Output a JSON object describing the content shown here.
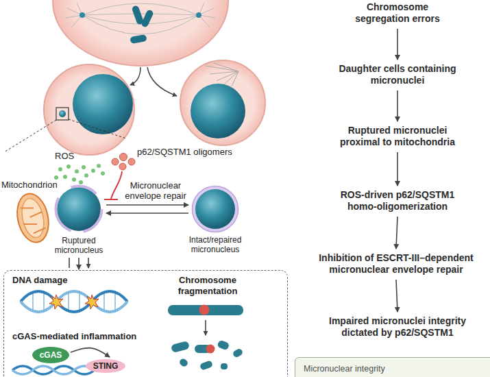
{
  "diagram": {
    "nodes": [
      {
        "text": [
          "Ruptured micronucleus"
        ]
      },
      {
        "text": [
          "Intact/repaired micronucleus"
        ]
      },
      {
        "text": [
          "DNA damage",
          "Chromosome fragmentation",
          "cGAS-mediated inflammation"
        ]
      },
      {
        "text": [
          "cGAS"
        ],
        "in": 2
      },
      {
        "text": [
          "STING"
        ],
        "in": 2
      },
      {
        "text": [
          "Chromosome segregation errors"
        ]
      },
      {
        "text": [
          "Daughter cells containing micronuclei"
        ]
      },
      {
        "text": [
          "Ruptured micronuclei proximal to mitochondria"
        ]
      },
      {
        "text": [
          "ROS-driven p62/SQSTM1 homo-oligomerization"
        ]
      },
      {
        "text": [
          "Inhibition of ESCRT-III–dependent micronuclear envelope repair"
        ]
      },
      {
        "text": [
          "Impaired micronuclei integrity dictated by p62/SQSTM1"
        ]
      },
      {
        "text": [
          "Micronuclear integrity"
        ]
      }
    ],
    "edges": [
      {
        "from": 0,
        "to": 1,
        "arrow": "to",
        "label": "Micronuclear envelope repair"
      },
      {
        "from": 1,
        "to": 0,
        "arrow": "to"
      },
      {
        "from": 0,
        "to": 2,
        "arrow": "to"
      },
      {
        "from": 3,
        "to": 4,
        "arrow": "to"
      },
      {
        "from": 5,
        "to": 6,
        "arrow": "to"
      },
      {
        "from": 6,
        "to": 7,
        "arrow": "to"
      },
      {
        "from": 7,
        "to": 8,
        "arrow": "to"
      },
      {
        "from": 8,
        "to": 9,
        "arrow": "to"
      },
      {
        "from": 9,
        "to": 10,
        "arrow": "to"
      }
    ],
    "labels": [
      "Mitochondrion",
      "ROS",
      "p62/SQSTM1 oligomers"
    ]
  }
}
